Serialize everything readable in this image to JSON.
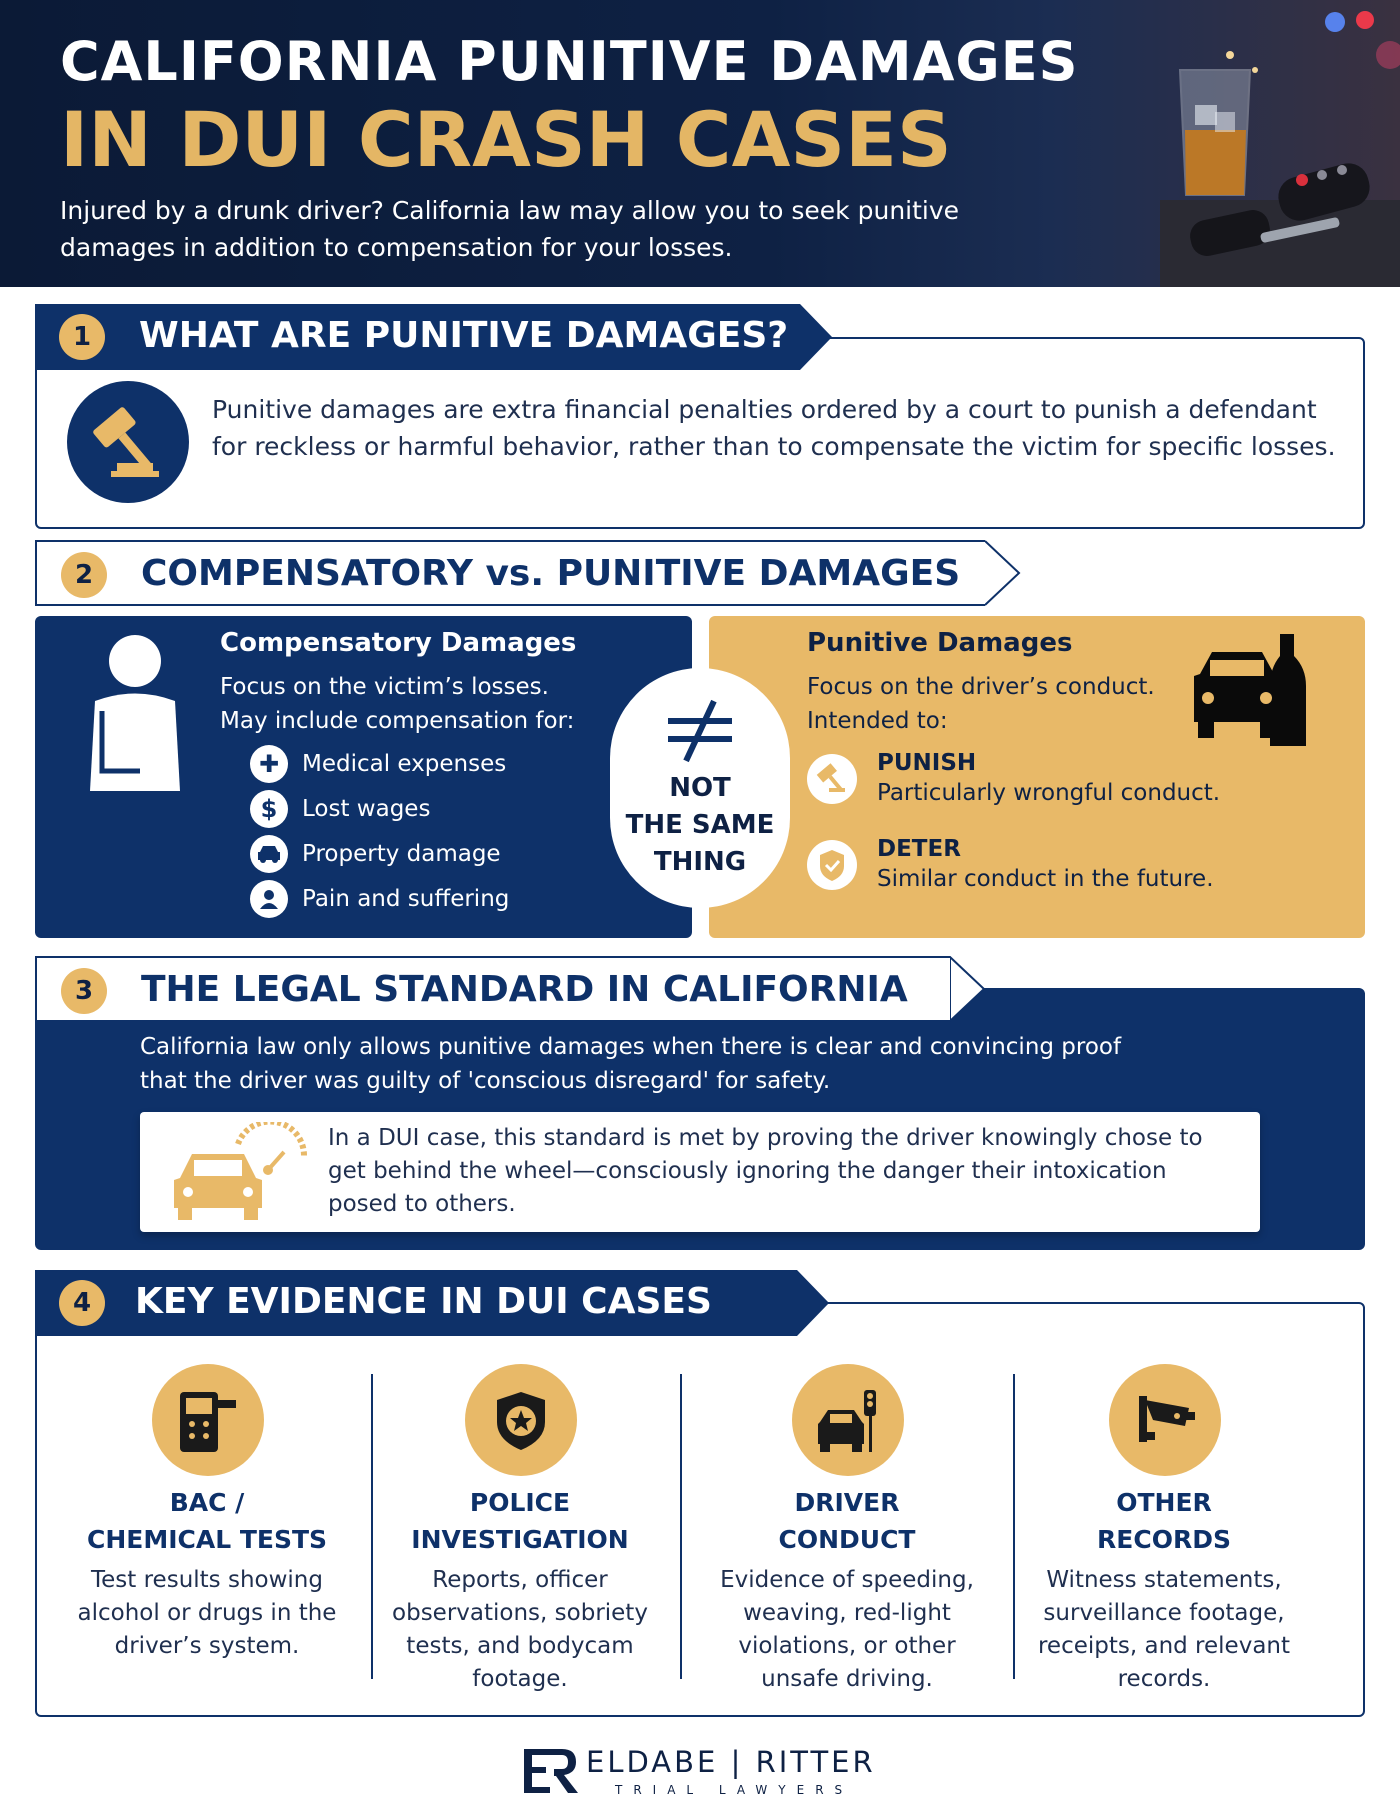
{
  "header": {
    "title_line1": "CALIFORNIA PUNITIVE DAMAGES",
    "title_line2": "IN DUI CRASH CASES",
    "subtitle": "Injured by a drunk driver? California law may allow you to seek punitive damages in addition to compensation for your losses."
  },
  "section1": {
    "number": "1",
    "title": "WHAT ARE PUNITIVE DAMAGES?",
    "icon": "gavel-icon",
    "body": "Punitive damages are extra financial penalties ordered by a court to punish a defendant for reckless or harmful behavior, rather than to compensate the victim for specific losses."
  },
  "section2": {
    "number": "2",
    "title": "COMPENSATORY vs. PUNITIVE DAMAGES",
    "compensatory": {
      "title": "Compensatory Damages",
      "line1": "Focus on the victim’s losses.",
      "line2": "May include compensation for:",
      "items": [
        {
          "label": "Medical expenses",
          "icon": "medical-cross-icon"
        },
        {
          "label": "Lost wages",
          "icon": "dollar-icon"
        },
        {
          "label": "Property damage",
          "icon": "car-icon"
        },
        {
          "label": "Pain and suffering",
          "icon": "person-icon"
        }
      ]
    },
    "divider": {
      "symbol": "≠",
      "line1": "NOT",
      "line2": "THE SAME",
      "line3": "THING"
    },
    "punitive": {
      "title": "Punitive Damages",
      "line1": "Focus on the driver’s conduct.",
      "line2": "Intended to:",
      "items": [
        {
          "heading": "PUNISH",
          "text": "Particularly wrongful conduct.",
          "icon": "gavel-icon"
        },
        {
          "heading": "DETER",
          "text": "Similar conduct in the future.",
          "icon": "shield-check-icon"
        }
      ]
    }
  },
  "section3": {
    "number": "3",
    "title": "THE LEGAL STANDARD IN CALIFORNIA",
    "body": "California law only allows punitive damages when there is clear and convincing proof that the driver was guilty of 'conscious disregard' for safety.",
    "card": "In a DUI case, this standard is met by proving the driver knowingly chose to get behind the wheel—consciously ignoring the danger their intoxication posed to others."
  },
  "section4": {
    "number": "4",
    "title": "KEY EVIDENCE IN DUI CASES",
    "items": [
      {
        "line1": "BAC /",
        "line2": "CHEMICAL TESTS",
        "text": "Test results showing alcohol or drugs in the driver’s system.",
        "icon": "breathalyzer-icon"
      },
      {
        "line1": "POLICE",
        "line2": "INVESTIGATION",
        "text": "Reports, officer observations, sobriety tests, and bodycam footage.",
        "icon": "police-badge-icon"
      },
      {
        "line1": "DRIVER",
        "line2": "CONDUCT",
        "text": "Evidence of speeding, weaving, red-light violations, or other unsafe driving.",
        "icon": "car-traffic-light-icon"
      },
      {
        "line1": "OTHER",
        "line2": "RECORDS",
        "text": "Witness statements, surveillance footage, receipts, and relevant records.",
        "icon": "security-camera-icon"
      }
    ]
  },
  "footer": {
    "firm_name": "ELDABE | RITTER",
    "tagline": "TRIAL LAWYERS"
  },
  "colors": {
    "navy": "#0e3169",
    "gold": "#e8b968",
    "header_bg": "#0b1a36"
  }
}
